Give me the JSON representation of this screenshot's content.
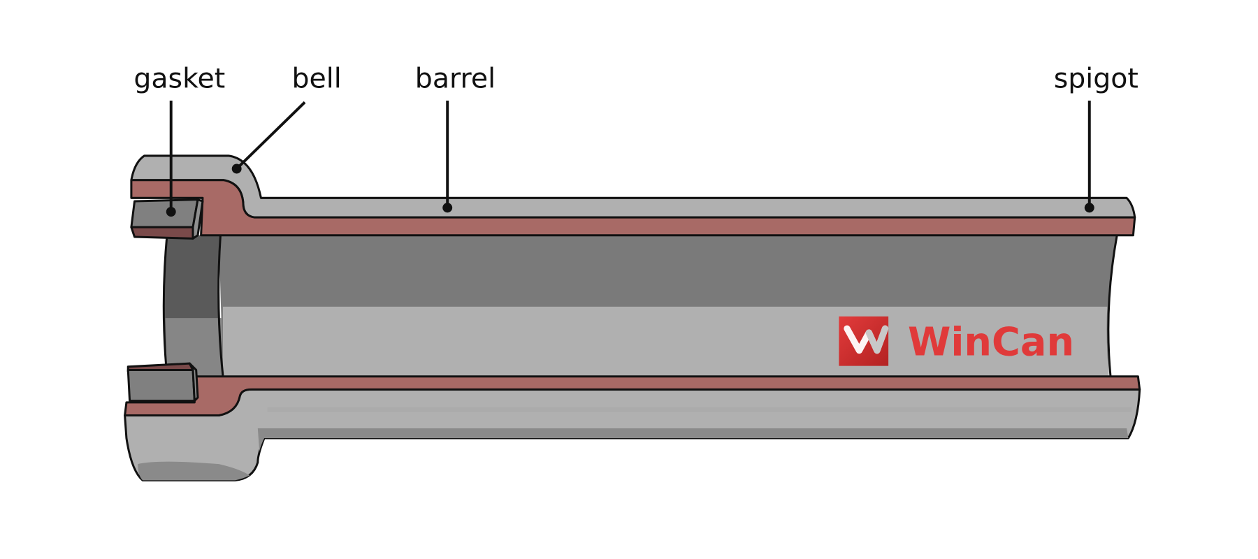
{
  "diagram": {
    "subject": "pipe cross-section",
    "labels": [
      {
        "id": "gasket",
        "text": "gasket"
      },
      {
        "id": "bell",
        "text": "bell"
      },
      {
        "id": "barrel",
        "text": "barrel"
      },
      {
        "id": "spigot",
        "text": "spigot"
      }
    ]
  },
  "brand": {
    "name": "WinCan",
    "logo_icon": "wincan-w-logo-icon",
    "color": "#e03a3a"
  },
  "colors": {
    "outer_wall": "#b0b0b0",
    "lining": "#a86a66",
    "interior_top": "#7a7a7a",
    "interior_bottom": "#b0b0b0",
    "gasket": "#808080",
    "gasket_side": "#7a4a4a",
    "outline": "#111111"
  }
}
